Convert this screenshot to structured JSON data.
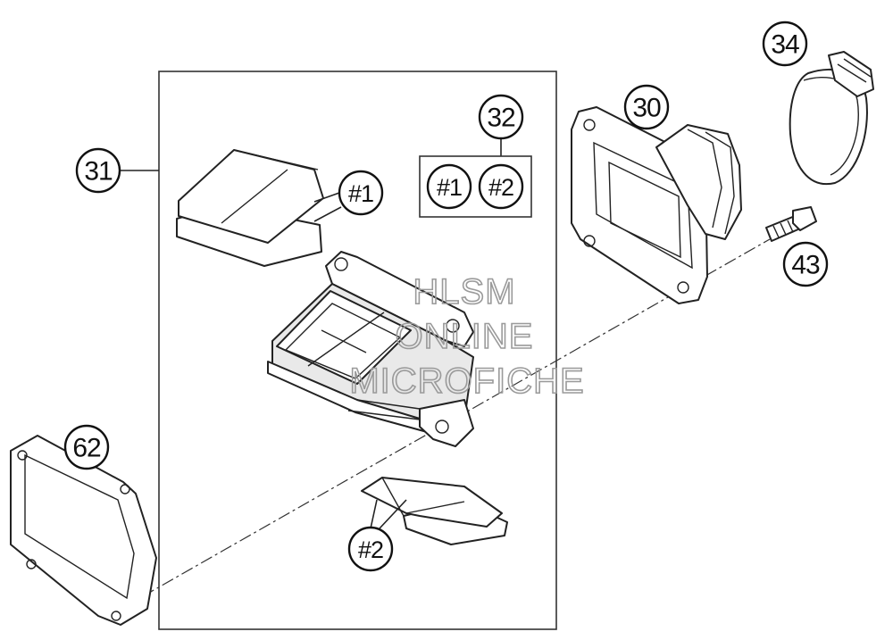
{
  "diagram": {
    "callouts": {
      "c31": "31",
      "c32": "32",
      "c30": "30",
      "c34": "34",
      "c43": "43",
      "c62": "62",
      "reed1": "#1",
      "reed2": "#2",
      "kit1": "#1",
      "kit2": "#2"
    },
    "watermark": {
      "line1": "HLSM",
      "line2": "ONLINE",
      "line3": "MICROFICHE"
    }
  }
}
